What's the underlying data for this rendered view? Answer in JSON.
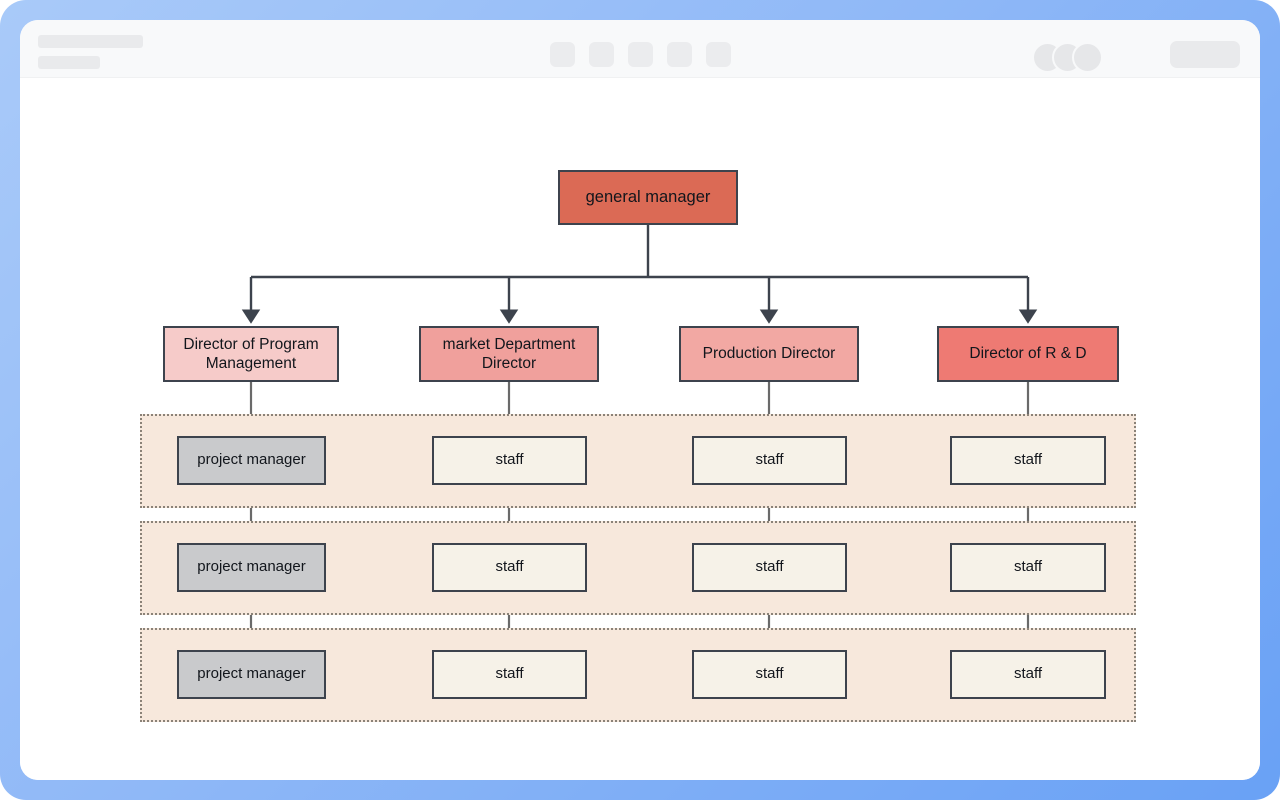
{
  "window": {
    "toolbar": {
      "title_placeholder": "",
      "subtitle_placeholder": "",
      "tool_icons": [
        "tool-icon-1",
        "tool-icon-2",
        "tool-icon-3",
        "tool-icon-4",
        "tool-icon-5"
      ],
      "avatars": [
        "avatar-1",
        "avatar-2",
        "avatar-3"
      ],
      "action_label": ""
    }
  },
  "colors": {
    "frame_blue": "#69a1f5",
    "root_fill": "#db6a55",
    "director_1_fill": "#f6cbc9",
    "director_2_fill": "#f0a09c",
    "director_3_fill": "#f2a8a3",
    "director_4_fill": "#ee7a73",
    "manager_fill": "#c9cacc",
    "staff_fill": "#f6f2e8",
    "band_fill": "#f7e8dc",
    "band_border": "#8a8278",
    "node_border": "#3d434d",
    "connector": "#3d434d"
  },
  "chart_data": {
    "type": "diagram",
    "subtype": "org-chart",
    "title": "",
    "root": {
      "id": "root",
      "label": "general manager",
      "level": 0
    },
    "directors": [
      {
        "id": "dir-1",
        "label": "Director of Program Management",
        "level": 1,
        "column": 0
      },
      {
        "id": "dir-2",
        "label": "market Department Director",
        "level": 1,
        "column": 1
      },
      {
        "id": "dir-3",
        "label": "Production Director",
        "level": 1,
        "column": 2
      },
      {
        "id": "dir-4",
        "label": "Director of R & D",
        "level": 1,
        "column": 3
      }
    ],
    "bands": [
      {
        "id": "band-1",
        "nodes": [
          {
            "id": "n-1-1",
            "label": "project manager",
            "column": 0,
            "kind": "manager"
          },
          {
            "id": "n-1-2",
            "label": "staff",
            "column": 1,
            "kind": "staff"
          },
          {
            "id": "n-1-3",
            "label": "staff",
            "column": 2,
            "kind": "staff"
          },
          {
            "id": "n-1-4",
            "label": "staff",
            "column": 3,
            "kind": "staff"
          }
        ]
      },
      {
        "id": "band-2",
        "nodes": [
          {
            "id": "n-2-1",
            "label": "project manager",
            "column": 0,
            "kind": "manager"
          },
          {
            "id": "n-2-2",
            "label": "staff",
            "column": 1,
            "kind": "staff"
          },
          {
            "id": "n-2-3",
            "label": "staff",
            "column": 2,
            "kind": "staff"
          },
          {
            "id": "n-2-4",
            "label": "staff",
            "column": 3,
            "kind": "staff"
          }
        ]
      },
      {
        "id": "band-3",
        "nodes": [
          {
            "id": "n-3-1",
            "label": "project manager",
            "column": 0,
            "kind": "manager"
          },
          {
            "id": "n-3-2",
            "label": "staff",
            "column": 1,
            "kind": "staff"
          },
          {
            "id": "n-3-3",
            "label": "staff",
            "column": 2,
            "kind": "staff"
          },
          {
            "id": "n-3-4",
            "label": "staff",
            "column": 3,
            "kind": "staff"
          }
        ]
      }
    ],
    "edges": [
      {
        "from": "root",
        "to": "dir-1",
        "arrow": true
      },
      {
        "from": "root",
        "to": "dir-2",
        "arrow": true
      },
      {
        "from": "root",
        "to": "dir-3",
        "arrow": true
      },
      {
        "from": "root",
        "to": "dir-4",
        "arrow": true
      },
      {
        "from": "dir-1",
        "to": "n-3-1",
        "arrow": false
      },
      {
        "from": "dir-2",
        "to": "n-3-2",
        "arrow": false
      },
      {
        "from": "dir-3",
        "to": "n-3-3",
        "arrow": false
      },
      {
        "from": "dir-4",
        "to": "n-3-4",
        "arrow": false
      }
    ]
  }
}
